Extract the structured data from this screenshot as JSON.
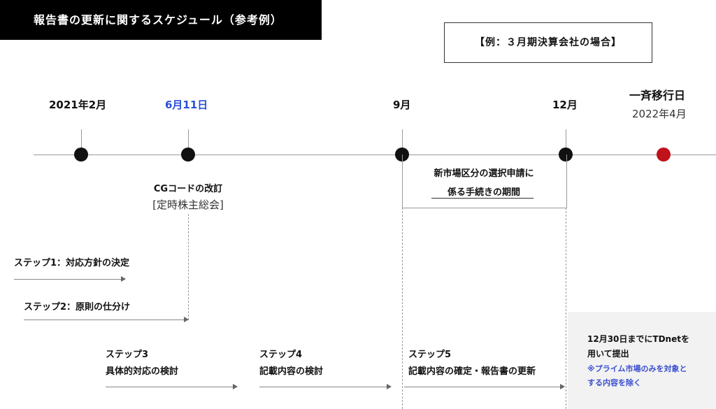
{
  "header": {
    "title": "報告書の更新に関するスケジュール（参考例）",
    "example": "【例：３月期決算会社の場合】"
  },
  "timeline": {
    "points": [
      {
        "label": "2021年2月"
      },
      {
        "label": "6月11日"
      },
      {
        "label": "9月"
      },
      {
        "label": "12月"
      },
      {
        "label": "一斉移行日",
        "sublabel": "2022年4月"
      }
    ]
  },
  "annotations": {
    "cg_revision": "CGコードの改訂",
    "agm": "[定時株主総会]",
    "selection_line1": "新市場区分の選択申請に",
    "selection_line2": "係る手続きの期間"
  },
  "steps": {
    "step1": "ステップ1：対応方針の決定",
    "step2": "ステップ2：原則の仕分け",
    "step3_title": "ステップ3",
    "step3_desc": "具体的対応の検討",
    "step4_title": "ステップ4",
    "step4_desc": "記載内容の検討",
    "step5_title": "ステップ5",
    "step5_desc": "記載内容の確定・報告書の更新"
  },
  "note": {
    "line1": "12月30日までにTDnetを",
    "line2": "用いて提出",
    "sub1": "※プライム市場のみを対象と",
    "sub2": "する内容を除く"
  },
  "colors": {
    "accent_blue": "#2b4fd8",
    "final_dot_red": "#c0121a",
    "header_bg": "#000000"
  }
}
